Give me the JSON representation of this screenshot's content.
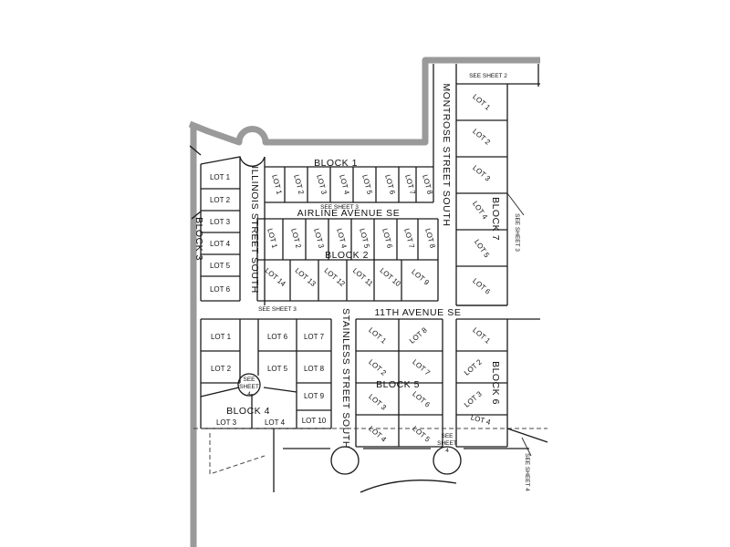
{
  "streets": {
    "illinois": "ILLINOIS STREET SOUTH",
    "airline": "AIRLINE AVENUE SE",
    "montrose": "MONTROSE STREET SOUTH",
    "eleventh": "11TH AVENUE SE",
    "stainless": "STAINLESS STREET SOUTH"
  },
  "blocks": {
    "b1": "BLOCK 1",
    "b2": "BLOCK 2",
    "b3": "BLOCK 3",
    "b4": "BLOCK 4",
    "b5": "BLOCK 5",
    "b6": "BLOCK 6",
    "b7": "BLOCK 7"
  },
  "see_sheet": {
    "two": "SEE SHEET 2",
    "three": "SEE SHEET 3",
    "four": "SEE SHEET 4",
    "see": "SEE",
    "sheet": "SHEET",
    "four_num": "4"
  },
  "lots": {
    "lot1": "LOT 1",
    "lot2": "LOT 2",
    "lot3": "LOT 3",
    "lot4": "LOT 4",
    "lot5": "LOT 5",
    "lot6": "LOT 6",
    "lot7": "LOT 7",
    "lot8": "LOT 8",
    "lot9": "LOT 9",
    "lot10": "LOT 10",
    "lot11": "LOT 11",
    "lot12": "LOT 12",
    "lot13": "LOT 13",
    "lot14": "LOT 14"
  }
}
